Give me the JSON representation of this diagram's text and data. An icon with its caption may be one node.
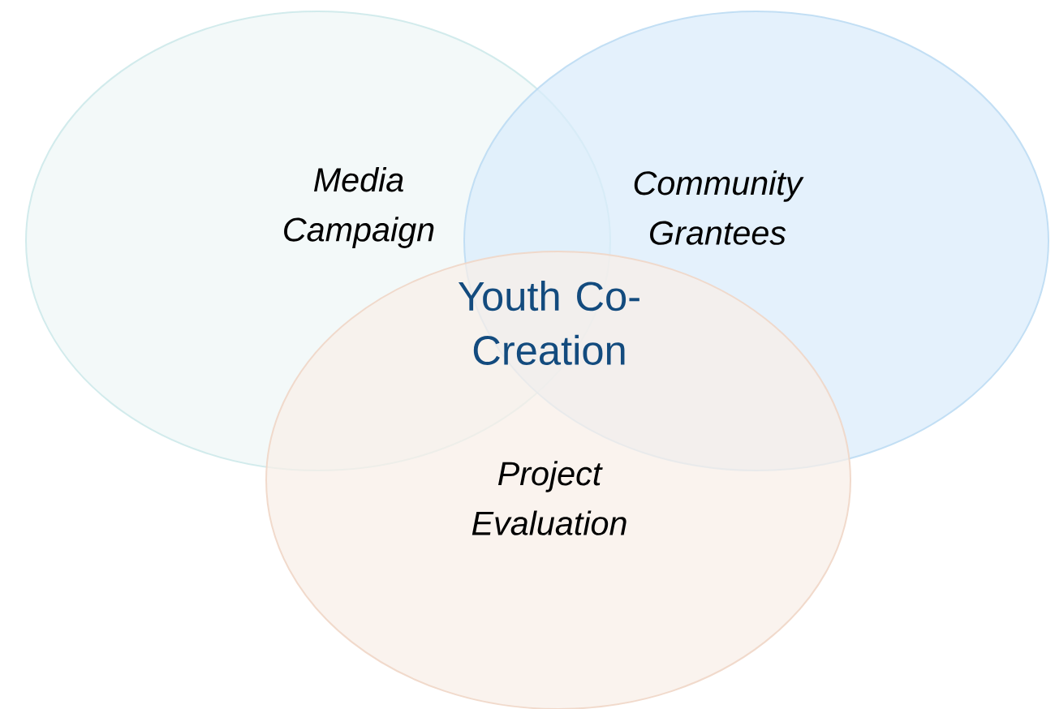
{
  "diagram": {
    "nodes": [
      {
        "text": [
          "Media Campaign"
        ]
      },
      {
        "text": [
          "Community Grantees"
        ]
      },
      {
        "text": [
          "Project Evaluation"
        ]
      }
    ],
    "labels": [
      "Youth Co-Creation"
    ]
  }
}
